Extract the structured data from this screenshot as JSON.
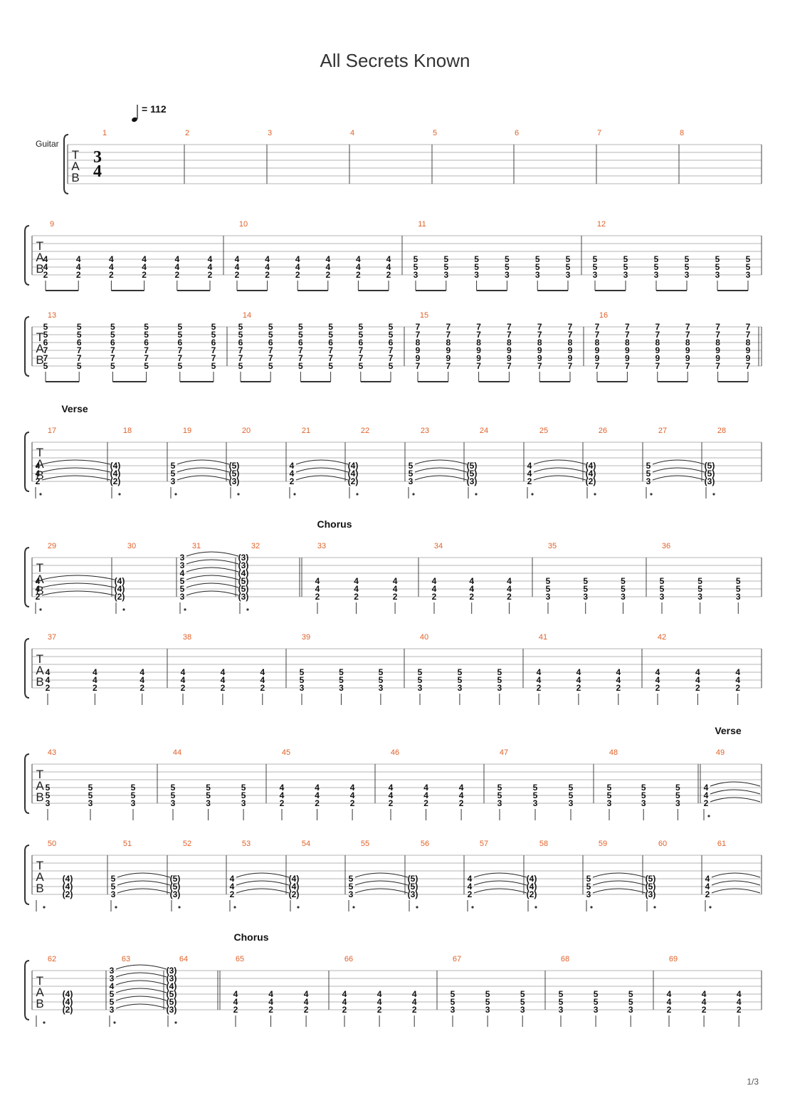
{
  "title": "All Secrets Known",
  "page_number": "1/3",
  "instrument": "Guitar",
  "tempo": "= 112",
  "time_signature": {
    "top": "3",
    "bottom": "4"
  },
  "tab_letters": [
    "T",
    "A",
    "B"
  ],
  "colors": {
    "measure_number": "#e0622a",
    "line": "#b0b0b0",
    "text": "#111111"
  },
  "rows": [
    {
      "measures": [
        "1",
        "2",
        "3",
        "4",
        "5",
        "6",
        "7",
        "8"
      ]
    },
    {
      "measures": [
        "9",
        "10",
        "11",
        "12"
      ]
    },
    {
      "measures": [
        "13",
        "14",
        "15",
        "16"
      ]
    },
    {
      "section": "Verse",
      "measures": [
        "17",
        "18",
        "19",
        "20",
        "21",
        "22",
        "23",
        "24",
        "25",
        "26",
        "27",
        "28"
      ]
    },
    {
      "section": "Chorus",
      "measures": [
        "29",
        "30",
        "31",
        "32",
        "33",
        "34",
        "35",
        "36"
      ]
    },
    {
      "measures": [
        "37",
        "38",
        "39",
        "40",
        "41",
        "42"
      ]
    },
    {
      "section": "Verse",
      "measures": [
        "43",
        "44",
        "45",
        "46",
        "47",
        "48",
        "49"
      ]
    },
    {
      "measures": [
        "50",
        "51",
        "52",
        "53",
        "54",
        "55",
        "56",
        "57",
        "58",
        "59",
        "60",
        "61"
      ]
    },
    {
      "section": "Chorus",
      "measures": [
        "62",
        "63",
        "64",
        "65",
        "66",
        "67",
        "68",
        "69"
      ]
    }
  ],
  "chords": {
    "A": [
      "4",
      "4",
      "2"
    ],
    "B": [
      "5",
      "5",
      "3"
    ],
    "C": [
      "5",
      "5",
      "6",
      "7",
      "7",
      "5"
    ],
    "D": [
      "7",
      "7",
      "8",
      "9",
      "9",
      "7"
    ],
    "E": [
      "3",
      "3",
      "4",
      "5",
      "5",
      "3"
    ],
    "Ap": [
      "(4)",
      "(4)",
      "(2)"
    ],
    "Bp": [
      "(5)",
      "(5)",
      "(3)"
    ],
    "Ep": [
      "(3)",
      "(3)",
      "(4)",
      "(5)",
      "(5)",
      "(3)"
    ]
  }
}
